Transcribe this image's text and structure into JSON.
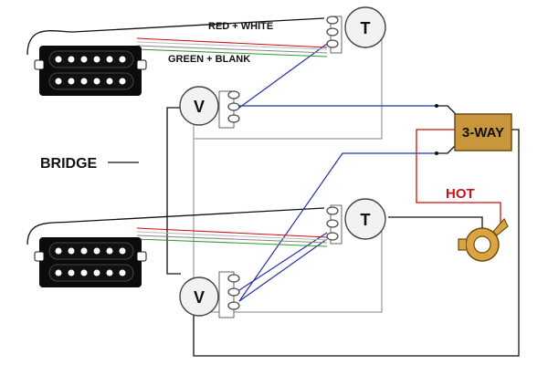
{
  "labels": {
    "red_white": "RED + WHITE",
    "green_blank": "GREEN + BLANK",
    "bridge": "BRIDGE",
    "switch": "3-WAY",
    "hot": "HOT",
    "tone": "T",
    "volume": "V"
  },
  "colors": {
    "wire_black": "#111111",
    "wire_gray": "#9a9a9a",
    "wire_blue": "#2233aa",
    "wire_red": "#cc1111",
    "wire_green": "#2e9a2e",
    "switch_body": "#c8963c",
    "pickup_black": "#0b0b0b",
    "pot_face": "#f2f2f2",
    "jack_gold": "#d9a441",
    "hot_label": "#cc1111"
  }
}
